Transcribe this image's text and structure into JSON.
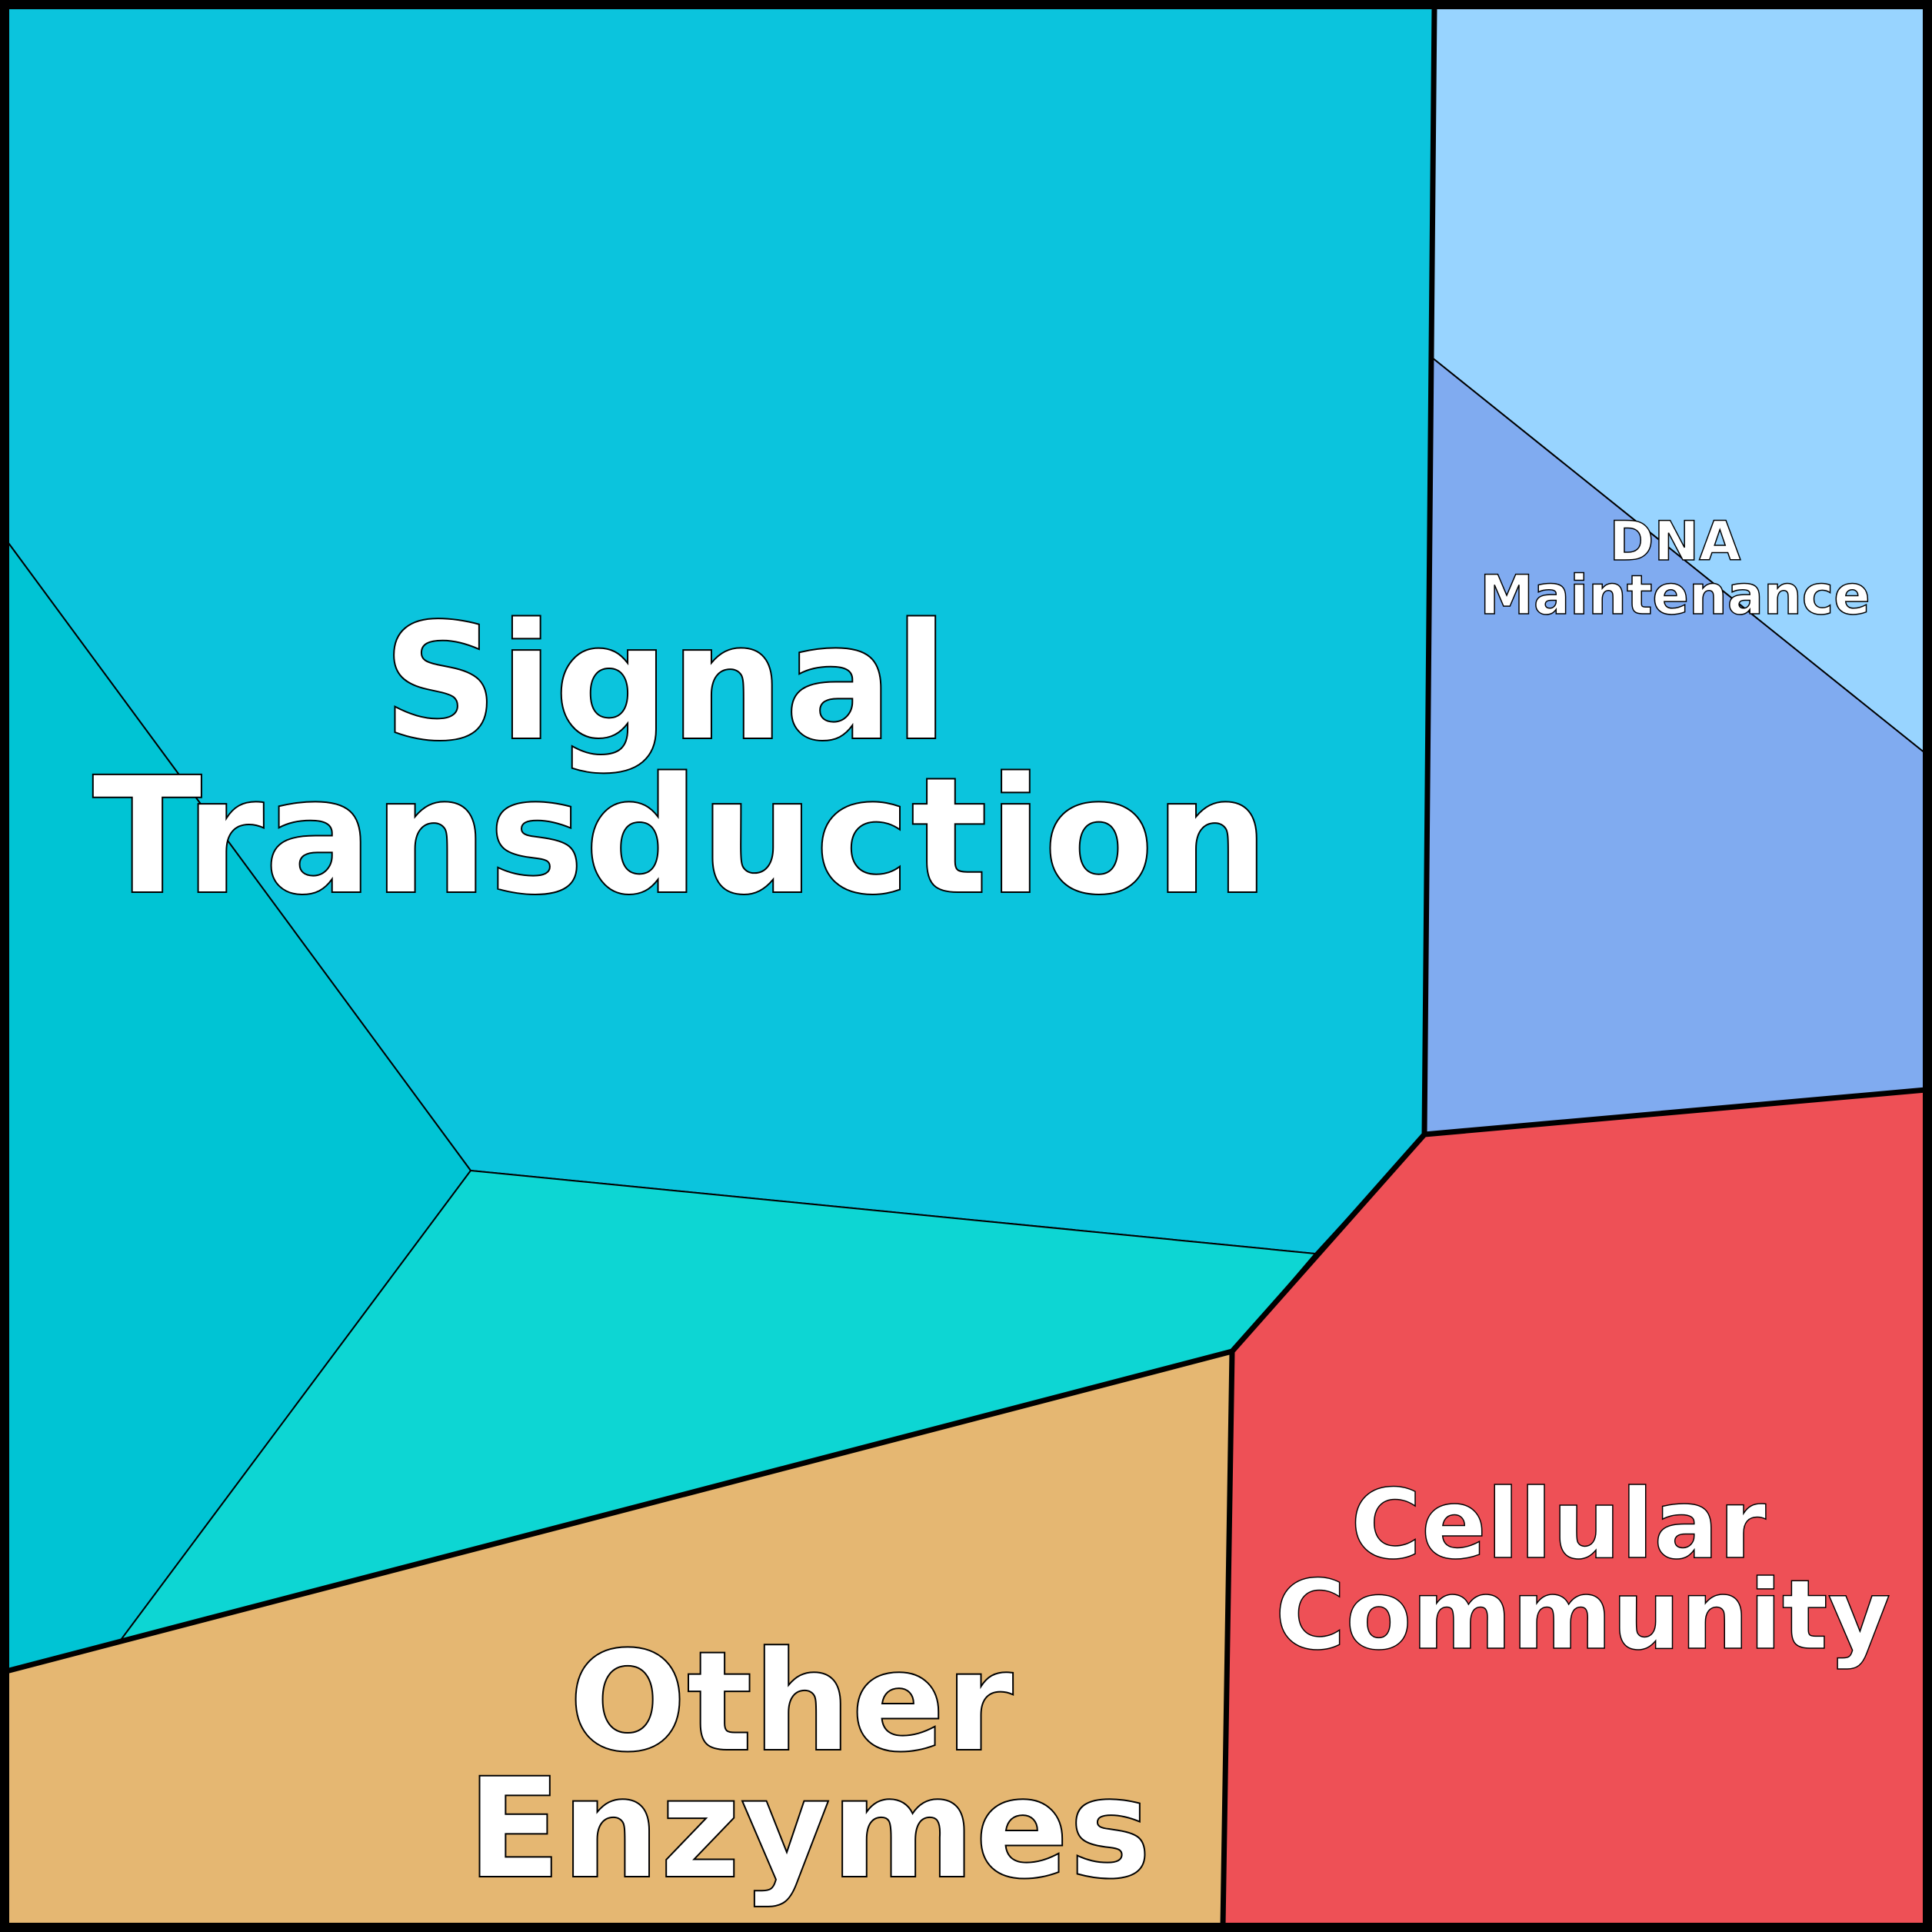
{
  "diagram": {
    "type": "voronoi-treemap",
    "colors": {
      "signal_transduction": "#0bc4dd",
      "signal_transduction_sub_left": "#00c4d4",
      "signal_transduction_sub_bottom": "#0dd6d3",
      "dna_maintenance_upper": "#98d4ff",
      "dna_maintenance_lower": "#80abf0",
      "cellular_community": "#ee5056",
      "other_enzymes": "#e5b772",
      "border": "#000000",
      "label": "#ffffff"
    },
    "labels": {
      "signal_transduction": {
        "line1": "Signal",
        "line2": "Transduction"
      },
      "dna_maintenance": {
        "line1": "DNA",
        "line2": "Maintenance"
      },
      "cellular_community": {
        "line1": "Cellular",
        "line2": "Community"
      },
      "other_enzymes": {
        "line1": "Other",
        "line2": "Enzymes"
      }
    }
  }
}
